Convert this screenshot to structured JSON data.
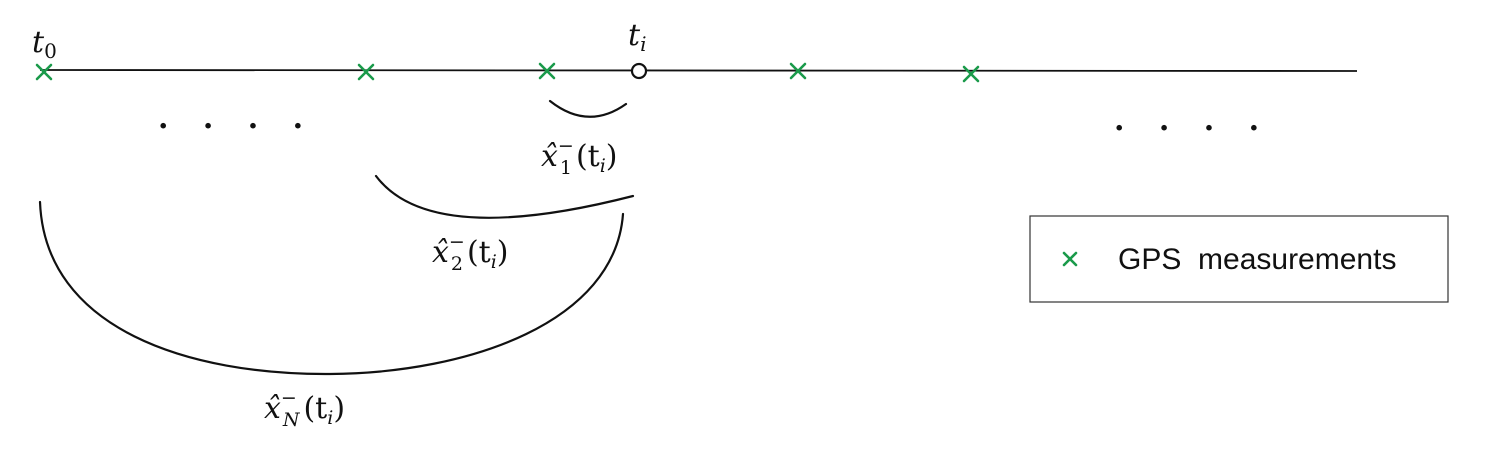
{
  "time_labels": {
    "t0": {
      "base": "t",
      "sub": "0"
    },
    "ti": {
      "base": "t",
      "sub": "i"
    }
  },
  "gps_measurement_count_visible": 5,
  "ellipsis": ". . . .",
  "estimates": [
    {
      "base": "x̂",
      "sub": "1",
      "sup": "−",
      "arg": "(t",
      "arg_sub": "i",
      "close": ")"
    },
    {
      "base": "x̂",
      "sub": "2",
      "sup": "−",
      "arg": "(t",
      "arg_sub": "i",
      "close": ")"
    },
    {
      "base": "x̂",
      "sub": "N",
      "sup": "−",
      "arg": "(t",
      "arg_sub": "i",
      "close": ")"
    }
  ],
  "legend": {
    "marker": "×",
    "label": "GPS  measurements"
  },
  "colors": {
    "gps_marker": "#1a9a4a",
    "line": "#111111"
  }
}
